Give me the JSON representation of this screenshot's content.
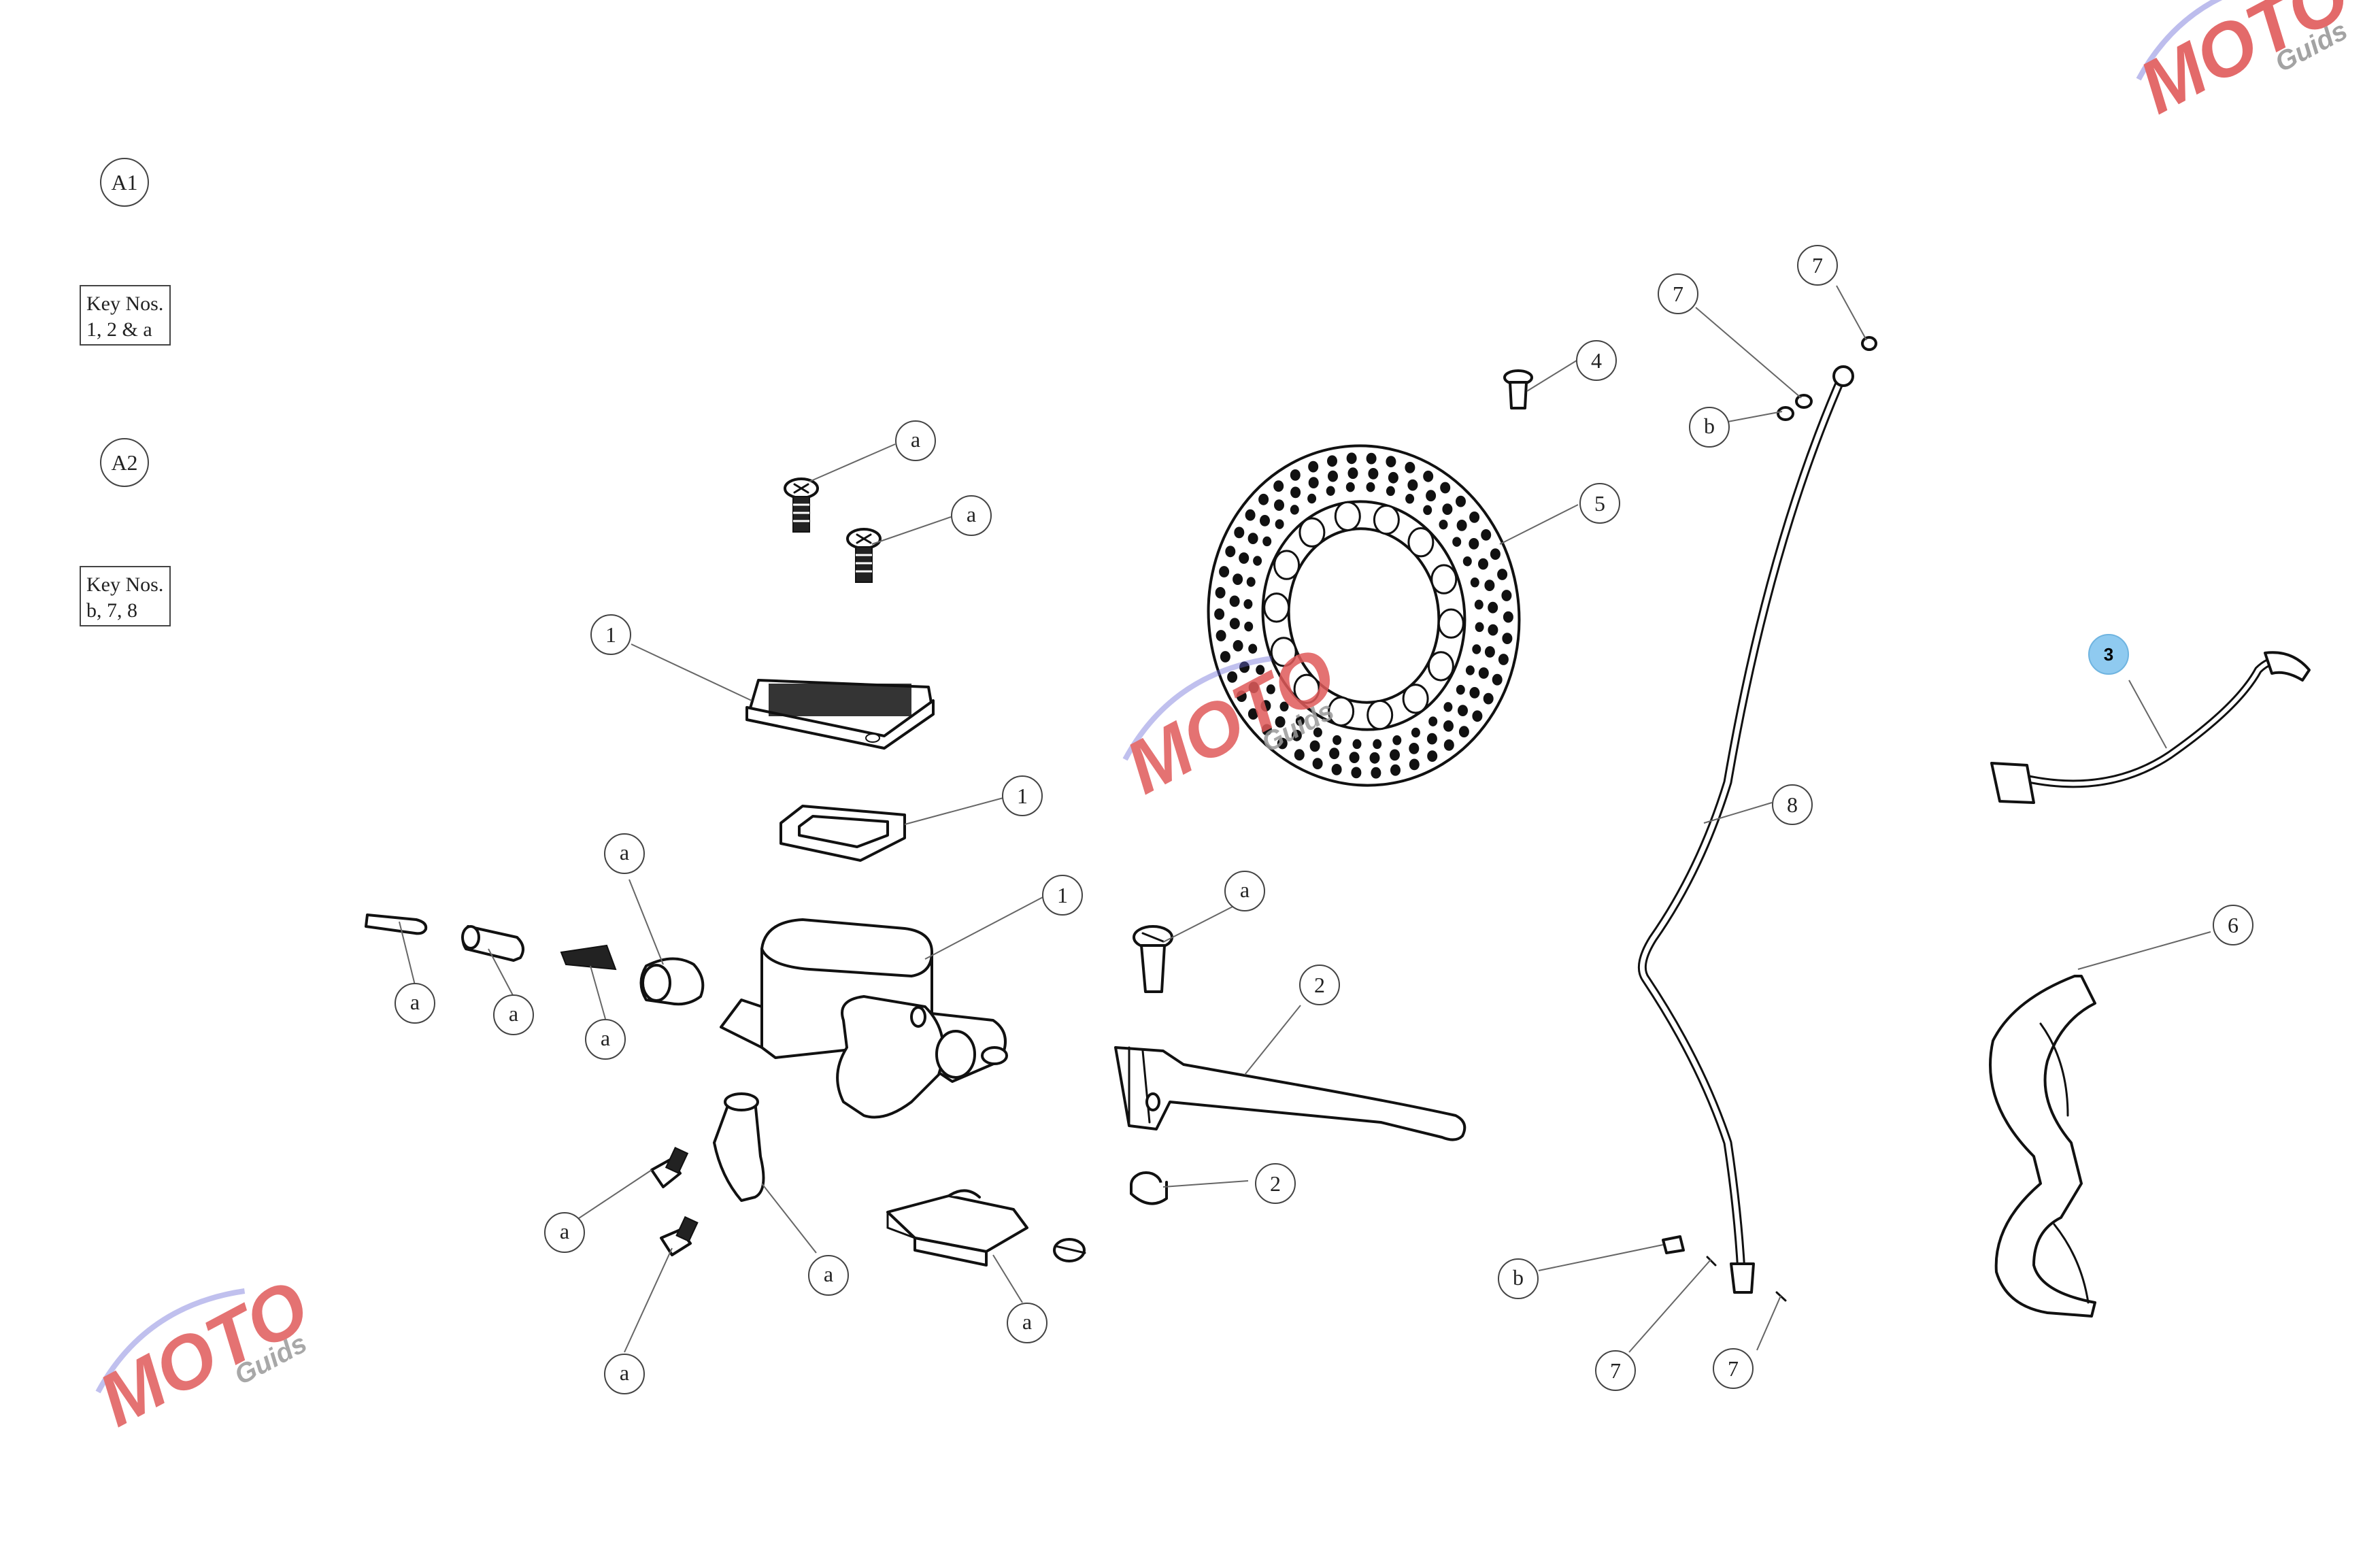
{
  "legend": {
    "a1": "A1",
    "a1_key_line1": "Key Nos.",
    "a1_key_line2": "1, 2 & a",
    "a2": "A2",
    "a2_key_line1": "Key Nos.",
    "a2_key_line2": "b, 7, 8"
  },
  "callouts": {
    "screw_a_top": "a",
    "screw_a_second": "a",
    "reservoir_cap_1": "1",
    "diaphragm_1": "1",
    "master_cylinder_1": "1",
    "pin_a": "a",
    "bushing_a": "a",
    "spring_a": "a",
    "piston_a": "a",
    "pivot_bolt_a": "a",
    "lever_2": "2",
    "bush_2": "2",
    "bolt_a_left": "a",
    "bolt_a_lower": "a",
    "clamp_a": "a",
    "switch_a": "a",
    "bolt_4": "4",
    "disc_5": "5",
    "washer_7_upper_left": "7",
    "washer_7_upper_right": "7",
    "banjo_b_upper": "b",
    "brake_pipe_8": "8",
    "banjo_b_lower": "b",
    "washer_7_lower_left": "7",
    "washer_7_lower_right": "7",
    "hose_3": "3",
    "bracket_6": "6"
  },
  "watermark": {
    "brand": "MOTO",
    "sub": "Guids"
  },
  "colors": {
    "line": "#111111",
    "callout_highlight": "#8fcaf0",
    "watermark_red": "#e05a5a",
    "watermark_blue": "#6b6bd8",
    "watermark_grey": "#9a9a9a"
  }
}
